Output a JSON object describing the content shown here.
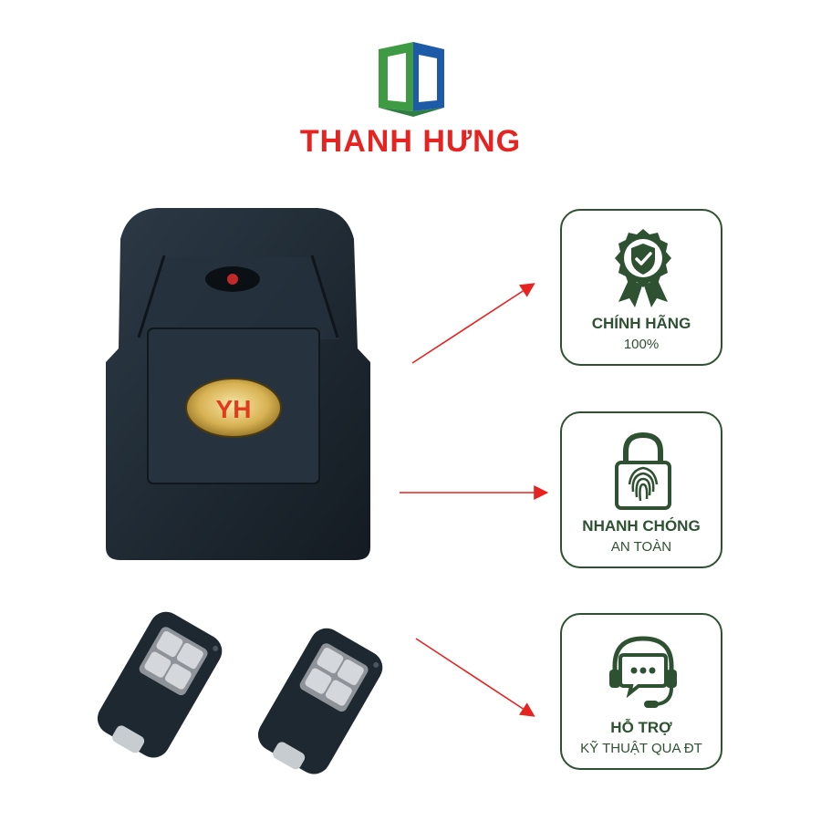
{
  "brand": {
    "name": "THANH HƯNG",
    "color": "#e52421",
    "logo_icon": "door-frame-logo-icon"
  },
  "product": {
    "receiver_label": "YH",
    "receiver_icon": "receiver-unit-icon",
    "remote_icon": "key-remote-icon"
  },
  "features": [
    {
      "title": "CHÍNH HÃNG",
      "subtitle": "100%",
      "icon": "shield-award-icon"
    },
    {
      "title": "NHANH CHÓNG",
      "subtitle": "AN TOÀN",
      "icon": "fingerprint-lock-icon"
    },
    {
      "title": "HỖ TRỢ",
      "subtitle": "KỸ THUẬT QUA ĐT",
      "icon": "headset-chat-icon"
    }
  ],
  "colors": {
    "accent_green": "#2e5131",
    "arrow_red": "#e52421",
    "device_dark": "#1f2a34"
  }
}
